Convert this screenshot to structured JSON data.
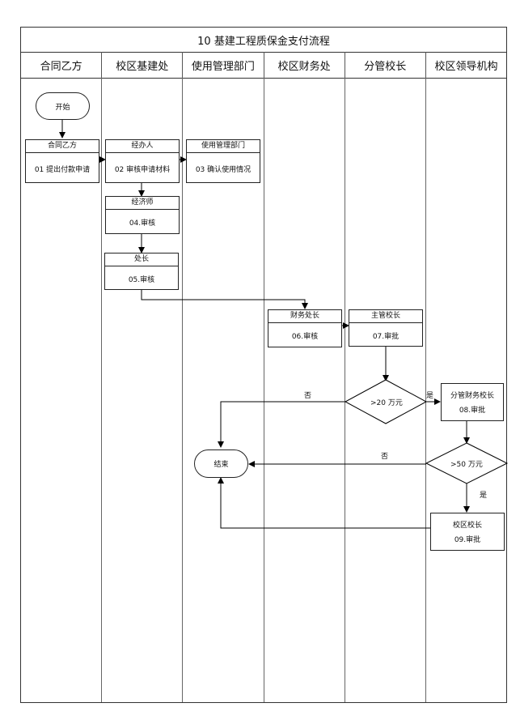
{
  "title": "10  基建工程质保金支付流程",
  "lanes": [
    "合同乙方",
    "校区基建处",
    "使用管理部门",
    "校区财务处",
    "分管校长",
    "校区领导机构"
  ],
  "start": "开始",
  "end": "结束",
  "steps": [
    {
      "role": "合同乙方",
      "task": "01 提出付款申请"
    },
    {
      "role": "经办人",
      "task": "02 审核申请材料"
    },
    {
      "role": "使用管理部门",
      "task": "03 确认使用情况"
    },
    {
      "role": "经济师",
      "task": "04.审核"
    },
    {
      "role": "处长",
      "task": "05.审核"
    },
    {
      "role": "财务处长",
      "task": "06.审核"
    },
    {
      "role": "主管校长",
      "task": "07.审批"
    },
    {
      "role": "分管财务校长",
      "task": "08.审批"
    },
    {
      "role": "校区校长",
      "task": "09.审批"
    }
  ],
  "decisions": [
    {
      "label": ">20 万元",
      "yes": "是",
      "no": "否"
    },
    {
      "label": ">50 万元",
      "yes": "是",
      "no": "否"
    }
  ]
}
